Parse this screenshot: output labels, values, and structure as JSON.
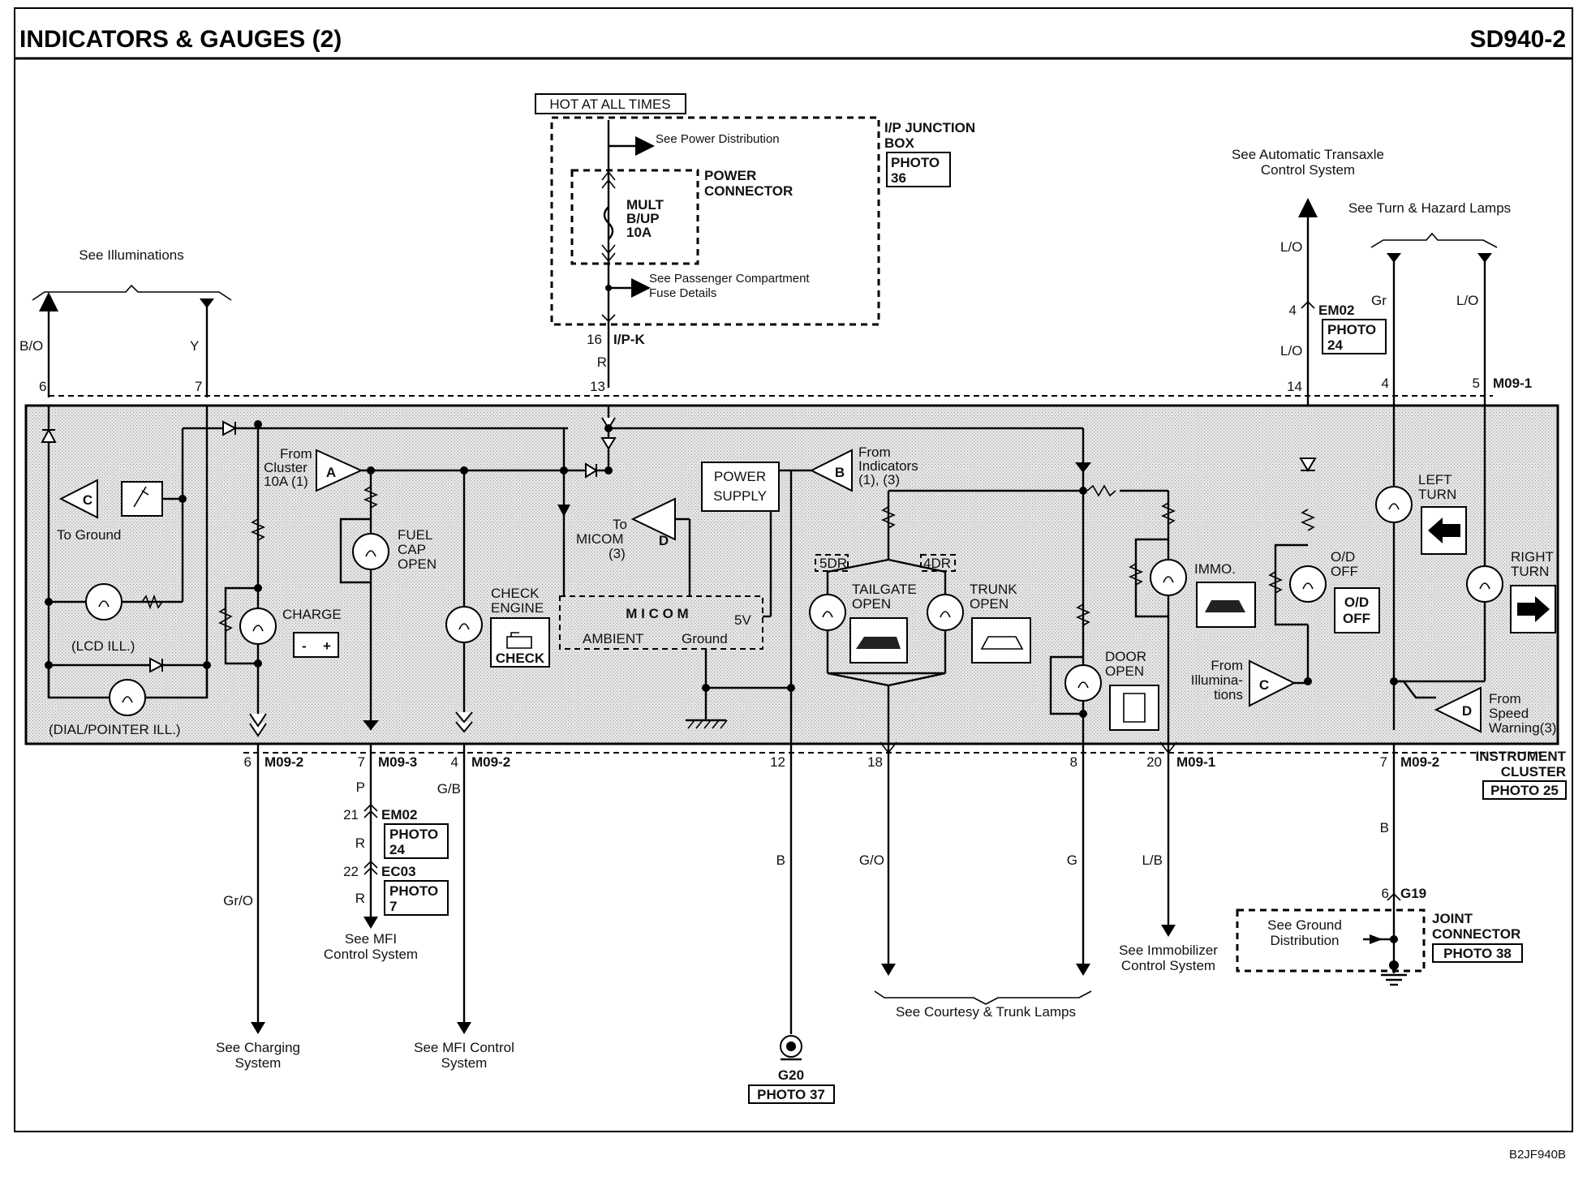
{
  "header": {
    "title": "INDICATORS & GAUGES (2)",
    "code": "SD940-2"
  },
  "footer": {
    "drawing_id": "B2JF940B"
  },
  "top": {
    "hot_label": "HOT AT ALL TIMES",
    "junction_box": [
      "I/P JUNCTION",
      "BOX"
    ],
    "junction_photo": [
      "PHOTO",
      "36"
    ],
    "see_power": "See Power Distribution",
    "power_connector": [
      "POWER",
      "CONNECTOR"
    ],
    "fuse": [
      "MULT",
      "B/UP",
      "10A"
    ],
    "see_passenger": [
      "See Passenger Compartment",
      "Fuse Details"
    ],
    "connector_ipk": "I/P-K",
    "pin_ipk": "16",
    "wire_r": "R",
    "pin_13": "13"
  },
  "left": {
    "see_illuminations": "See Illuminations",
    "wire_bo": "B/O",
    "wire_y": "Y",
    "pin_6": "6",
    "pin_7": "7",
    "to_ground": "To Ground",
    "lcd_ill": "(LCD ILL.)",
    "dial_ill": "(DIAL/POINTER ILL.)",
    "from_cluster": [
      "From",
      "Cluster",
      "10A (1)"
    ],
    "charge": "CHARGE",
    "fuel_cap": [
      "FUEL",
      "CAP",
      "OPEN"
    ],
    "check_engine": [
      "CHECK",
      "ENGINE"
    ],
    "check": "CHECK"
  },
  "center": {
    "to_micom": [
      "To",
      "MICOM",
      "(3)"
    ],
    "power_supply": [
      "POWER",
      "SUPPLY"
    ],
    "micom": "M I C O M",
    "ambient": "AMBIENT",
    "ground": "Ground",
    "five_v": "5V",
    "from_indicators": [
      "From",
      "Indicators",
      "(1), (3)"
    ],
    "five_dr": "5DR",
    "four_dr": "4DR",
    "tailgate": [
      "TAILGATE",
      "OPEN"
    ],
    "trunk": [
      "TRUNK",
      "OPEN"
    ],
    "door": [
      "DOOR",
      "OPEN"
    ],
    "immo": "IMMO."
  },
  "right": {
    "see_auto_trans": [
      "See Automatic Transaxle",
      "Control System"
    ],
    "see_turn": "See Turn & Hazard Lamps",
    "wire_lo": "L/O",
    "wire_gr": "Gr",
    "em02": "EM02",
    "em02_pin": "4",
    "photo24": [
      "PHOTO",
      "24"
    ],
    "pin_14": "14",
    "pin_4": "4",
    "pin_5": "5",
    "m09_1": "M09-1",
    "left_turn": [
      "LEFT",
      "TURN"
    ],
    "right_turn": [
      "RIGHT",
      "TURN"
    ],
    "od_off": [
      "O/D",
      "OFF"
    ],
    "from_illum": [
      "From",
      "Illumina-",
      "tions"
    ],
    "from_speed": [
      "From",
      "Speed",
      "Warning(3)"
    ],
    "instrument_cluster": [
      "INSTRUMENT",
      "CLUSTER"
    ],
    "photo25": "PHOTO 25"
  },
  "bottom": {
    "c1": {
      "pin": "6",
      "conn": "M09-2",
      "wire": "Gr/O",
      "dest": [
        "See Charging",
        "System"
      ]
    },
    "c2": {
      "pin": "7",
      "conn": "M09-3",
      "wire1": "P",
      "em02_pin": "21",
      "em02": "EM02",
      "photo24": [
        "PHOTO",
        "24"
      ],
      "wire2": "R",
      "ec03_pin": "22",
      "ec03": "EC03",
      "photo7": [
        "PHOTO",
        "7"
      ],
      "wire3": "R",
      "dest": [
        "See MFI",
        "Control System"
      ]
    },
    "c3": {
      "pin": "4",
      "conn": "M09-2",
      "wire": "G/B",
      "dest": [
        "See MFI Control",
        "System"
      ]
    },
    "c4": {
      "pin": "12",
      "wire": "B",
      "ground": "G20",
      "photo": "PHOTO 37"
    },
    "c5": {
      "pin": "18",
      "wire": "G/O"
    },
    "c6": {
      "pin": "8",
      "wire": "G"
    },
    "courtesy": "See Courtesy & Trunk Lamps",
    "c7": {
      "pin": "20",
      "conn": "M09-1",
      "wire": "L/B",
      "dest": [
        "See Immobilizer",
        "Control System"
      ]
    },
    "c8": {
      "pin": "7",
      "conn": "M09-2",
      "wire": "B",
      "g19_pin": "6",
      "g19": "G19"
    },
    "see_ground": [
      "See Ground",
      "Distribution"
    ],
    "joint": [
      "JOINT",
      "CONNECTOR"
    ],
    "photo38": "PHOTO 38"
  }
}
